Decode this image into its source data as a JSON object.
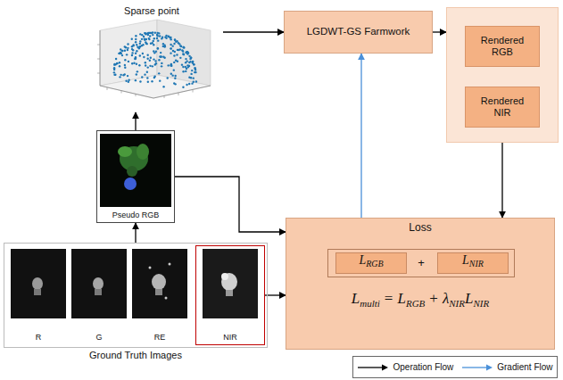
{
  "diagram": {
    "nodes": [
      {
        "text": [
          "Sparse point"
        ]
      },
      {
        "text": [
          "LGDWT-GS Farmwork"
        ]
      },
      {
        "text": []
      },
      {
        "text": [
          "Rendered RGB"
        ],
        "in": 2
      },
      {
        "text": [
          "Rendered NIR"
        ],
        "in": 2
      },
      {
        "text": [
          "Pseudo RGB"
        ]
      },
      {
        "text": [
          "Loss"
        ]
      },
      {
        "text": [
          "+"
        ],
        "in": 6
      },
      {
        "text": [
          "L",
          "RGB"
        ],
        "in": 7
      },
      {
        "text": [
          "L",
          "NIR"
        ],
        "in": 7
      },
      {
        "text": [
          "Ground Truth Images"
        ]
      },
      {
        "text": [
          "NIR"
        ],
        "in": 10
      }
    ],
    "edges": [
      {
        "from": 5,
        "to": 0,
        "arrow": "to"
      },
      {
        "from": 10,
        "to": 5,
        "arrow": "to"
      },
      {
        "from": 0,
        "to": 1,
        "arrow": "to"
      },
      {
        "from": 1,
        "to": 2,
        "arrow": "to"
      },
      {
        "from": 2,
        "to": 6,
        "arrow": "to"
      },
      {
        "from": 5,
        "to": 6,
        "arrow": "to"
      },
      {
        "from": 11,
        "to": 6,
        "arrow": "to"
      },
      {
        "from": 6,
        "to": 1,
        "arrow": "to"
      }
    ],
    "labels": [
      "L",
      "multi",
      "=",
      "L",
      "RGB",
      "+",
      "λ",
      "NIR",
      "L",
      "NIR",
      "R",
      "G",
      "RE"
    ],
    "legend": [
      {
        "text": "Operation Flow"
      },
      {
        "text": "Gradient Flow"
      }
    ]
  }
}
